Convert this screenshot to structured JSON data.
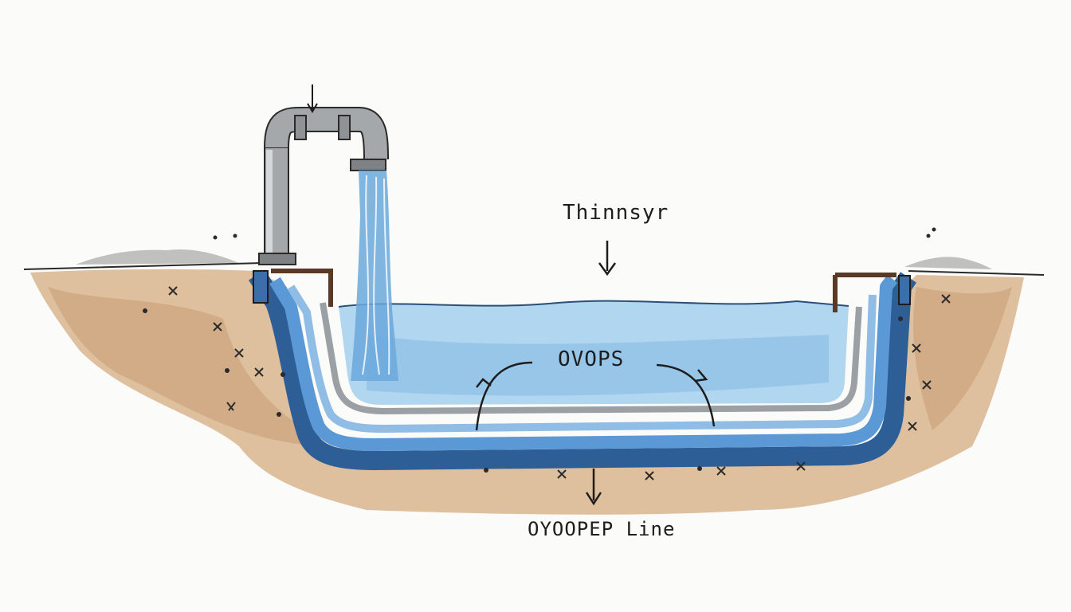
{
  "labels": {
    "top": "Thinnsyr",
    "middle": "OVOPS",
    "bottom": "OYOOPEP Line"
  },
  "colors": {
    "background": "#fbfbf9",
    "soil": "#d8b48e",
    "soil_dark": "#b98a5c",
    "liner_blue": "#3f7fc4",
    "water_light": "#a9d1ee",
    "pipe_grey": "#a5a8aa",
    "ink": "#1d1d1d"
  },
  "icons": {
    "pipe": "faucet-pipe-icon",
    "arrows": "curved-arrow-icon"
  }
}
